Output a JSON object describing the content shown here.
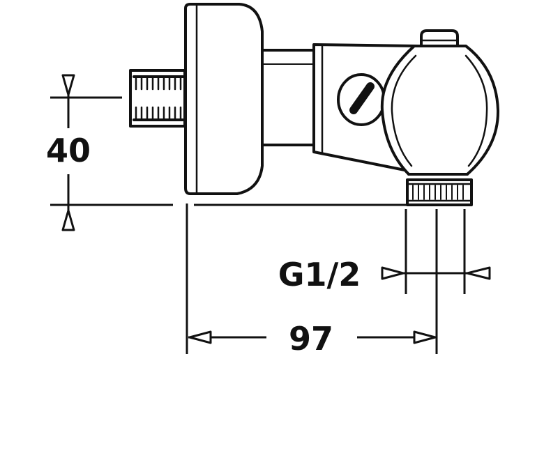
{
  "dimensions": {
    "height_label": "40",
    "thread_label": "G1/2",
    "width_label": "97"
  },
  "colors": {
    "ink": "#111111",
    "paper": "#ffffff"
  }
}
